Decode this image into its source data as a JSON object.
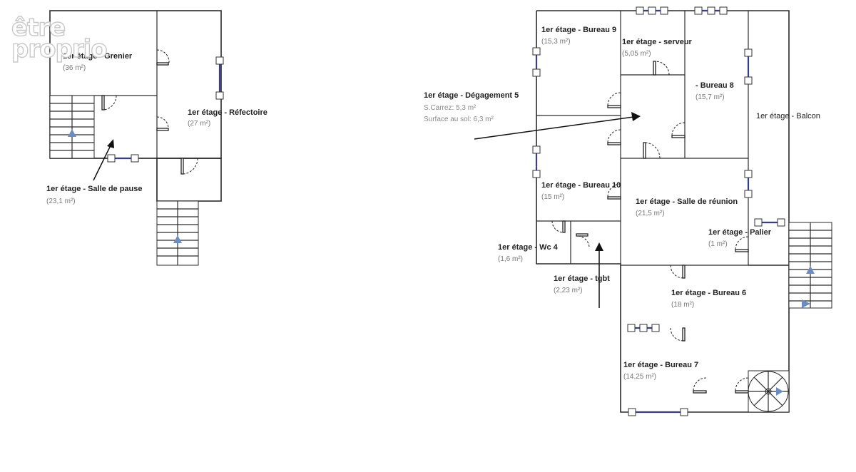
{
  "watermark": {
    "line1": "être",
    "line2": "proprio"
  },
  "rooms": {
    "grenier": {
      "name": "1er étage - Grenier",
      "area": "(36 m²)"
    },
    "refectoire": {
      "name": "1er étage - Réfectoire",
      "area": "(27 m²)"
    },
    "salle_pause": {
      "name": "1er étage - Salle de pause",
      "area": "(23,1 m²)"
    },
    "degagement5": {
      "name": "1er étage - Dégagement 5",
      "carrez": "S.Carrez: 5,3 m²",
      "sol": "Surface au sol: 6,3 m²"
    },
    "bureau9": {
      "name": "1er étage - Bureau 9",
      "area": "(15,3 m²)"
    },
    "serveur": {
      "name": "1er étage - serveur",
      "area": "(5,05 m²)"
    },
    "bureau8": {
      "name": "- Bureau 8",
      "area": "(15,7 m²)"
    },
    "balcon": {
      "name": "1er étage - Balcon"
    },
    "bureau10": {
      "name": "1er étage - Bureau 10",
      "area": "(15 m²)"
    },
    "reunion": {
      "name": "1er étage - Salle de réunion",
      "area": "(21,5 m²)"
    },
    "palier": {
      "name": "1er étage - Palier",
      "area": "(1 m²)"
    },
    "wc4": {
      "name": "1er étage - Wc 4",
      "area": "(1,6 m²)"
    },
    "tgbt": {
      "name": "1er étage - tgbt",
      "area": "(2,23 m²)"
    },
    "bureau6": {
      "name": "1er étage - Bureau 6",
      "area": "(18 m²)"
    },
    "bureau7": {
      "name": "1er étage - Bureau 7",
      "area": "(14,25 m²)"
    }
  }
}
